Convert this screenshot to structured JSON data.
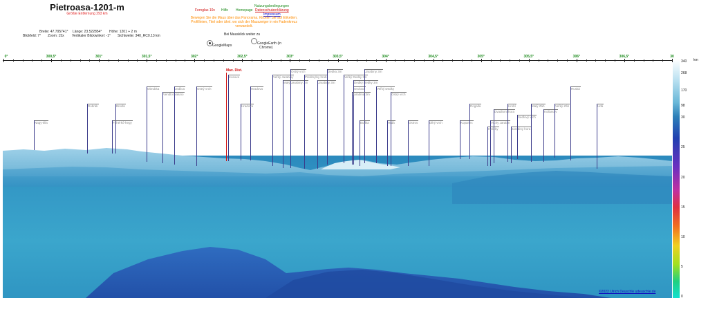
{
  "header": {
    "title": "Pietroasa-1201-m",
    "subtitle": "Größte Entfernung 293 km",
    "lat_label": "Breite: 47.795741°",
    "lon_label": "Länge: 23.522854°",
    "height_label": "Höhe: 1201 + 2 m",
    "fov_label": "Blickfeld: 7°",
    "zoom_label": "Zoom: 15x",
    "vangle_label": "Vertikaler Blickwinkel: -1°",
    "range_label": "Sichtweite: 340_RC0.13 km"
  },
  "links": {
    "fernglas": "Fernglas 10x",
    "hilfe": "Hilfe",
    "homepage": "Homepage",
    "nutzung": "Nutzungsbedingungen",
    "datenschutz": "Datenschutzerklärung",
    "impressum": "Impressum"
  },
  "notice": "Bewegen Sie die Maus über das Panorama. Klicken Sie auf Etiketten, Profillinien, Titel oder ähnl. wo sich der Mauszeiger in ein Fadenkreuz verwandelt.",
  "mouse_hint": "Bei Mausklick weiter zu",
  "options": {
    "googlemaps": "GoogleMaps",
    "googleearth_1": "GoogleEarth (in",
    "googleearth_2": "Chrome)"
  },
  "azimuth_scale": {
    "ticks": [
      "0°",
      "300,5°",
      "301°",
      "301,5°",
      "302°",
      "302,5°",
      "303°",
      "303,5°",
      "304°",
      "304,5°",
      "305°",
      "305,5°",
      "306°",
      "306,5°",
      "30"
    ],
    "major_labels": {
      "0": "0°",
      "1": "300,5°",
      "2": "301°",
      "3": "301,5°",
      "4": "302°",
      "5": "302,5°",
      "6": "303°",
      "7": "303,5°",
      "8": "304°",
      "9": "304,5°",
      "10": "305°",
      "11": "305,5°",
      "12": "306°",
      "13": "306,5°",
      "14": "30"
    }
  },
  "max_dist_label": "Max. Dist.",
  "peaks": [
    {
      "name": "Nagy-tilla"
    },
    {
      "name": "Dobrák"
    },
    {
      "name": "Bredlo"
    },
    {
      "name": "Fehérkő-hegy"
    },
    {
      "name": "Obrubka"
    },
    {
      "name": "Vendlot kaluno"
    },
    {
      "name": "Jedlica"
    },
    {
      "name": "Ostrý vrch"
    },
    {
      "name": "Kosova"
    },
    {
      "name": "Hradova"
    },
    {
      "name": "Hradova"
    },
    {
      "name": "Veľký Jarabiny"
    },
    {
      "name": "Ostrý vrch"
    },
    {
      "name": "Malý Jarabiny 3m"
    },
    {
      "name": "Predmylny hrub"
    },
    {
      "name": "Jarabiny 3m"
    },
    {
      "name": "Dedka 3m"
    },
    {
      "name": "Veľký Dedky 3m"
    },
    {
      "name": "Dedky Dedky 3m"
    },
    {
      "name": "Orolova"
    },
    {
      "name": "Jarabiny 3m"
    },
    {
      "name": "Veľký Dedky"
    },
    {
      "name": "Jarabina 3m"
    },
    {
      "name": "Ostrý vrch"
    },
    {
      "name": "Budka"
    },
    {
      "name": "Hrdá"
    },
    {
      "name": "Ostros"
    },
    {
      "name": "Dlhý vrch"
    },
    {
      "name": "Kopanec"
    },
    {
      "name": "Rogalla"
    },
    {
      "name": "Dvadlomi hora"
    },
    {
      "name": "Vrchy Jarabin"
    },
    {
      "name": "Halicky"
    },
    {
      "name": "Jarabiny hora"
    },
    {
      "name": "Hrebí"
    },
    {
      "name": "Sedlový vrch"
    },
    {
      "name": "Malý Záh"
    },
    {
      "name": "Kolbasov"
    },
    {
      "name": "Veľký Záh"
    },
    {
      "name": "Ruská"
    },
    {
      "name": "Udá"
    }
  ],
  "copyright": "©2022 Ulrich Deuschle udeuschle.de",
  "colorbar": {
    "km_label": "km",
    "labels": [
      "340",
      "268",
      "170",
      "98",
      "30",
      "25",
      "20",
      "15",
      "10",
      "5",
      "0"
    ]
  },
  "colors": {
    "sky": "#ffffff",
    "water_top": "#2f8fc0",
    "water_mid": "#3aa3c9",
    "land_near": "#2a5fb0",
    "accent_green": "#1a8a1a",
    "accent_orange": "#ff8c00",
    "accent_red": "#d01010"
  }
}
